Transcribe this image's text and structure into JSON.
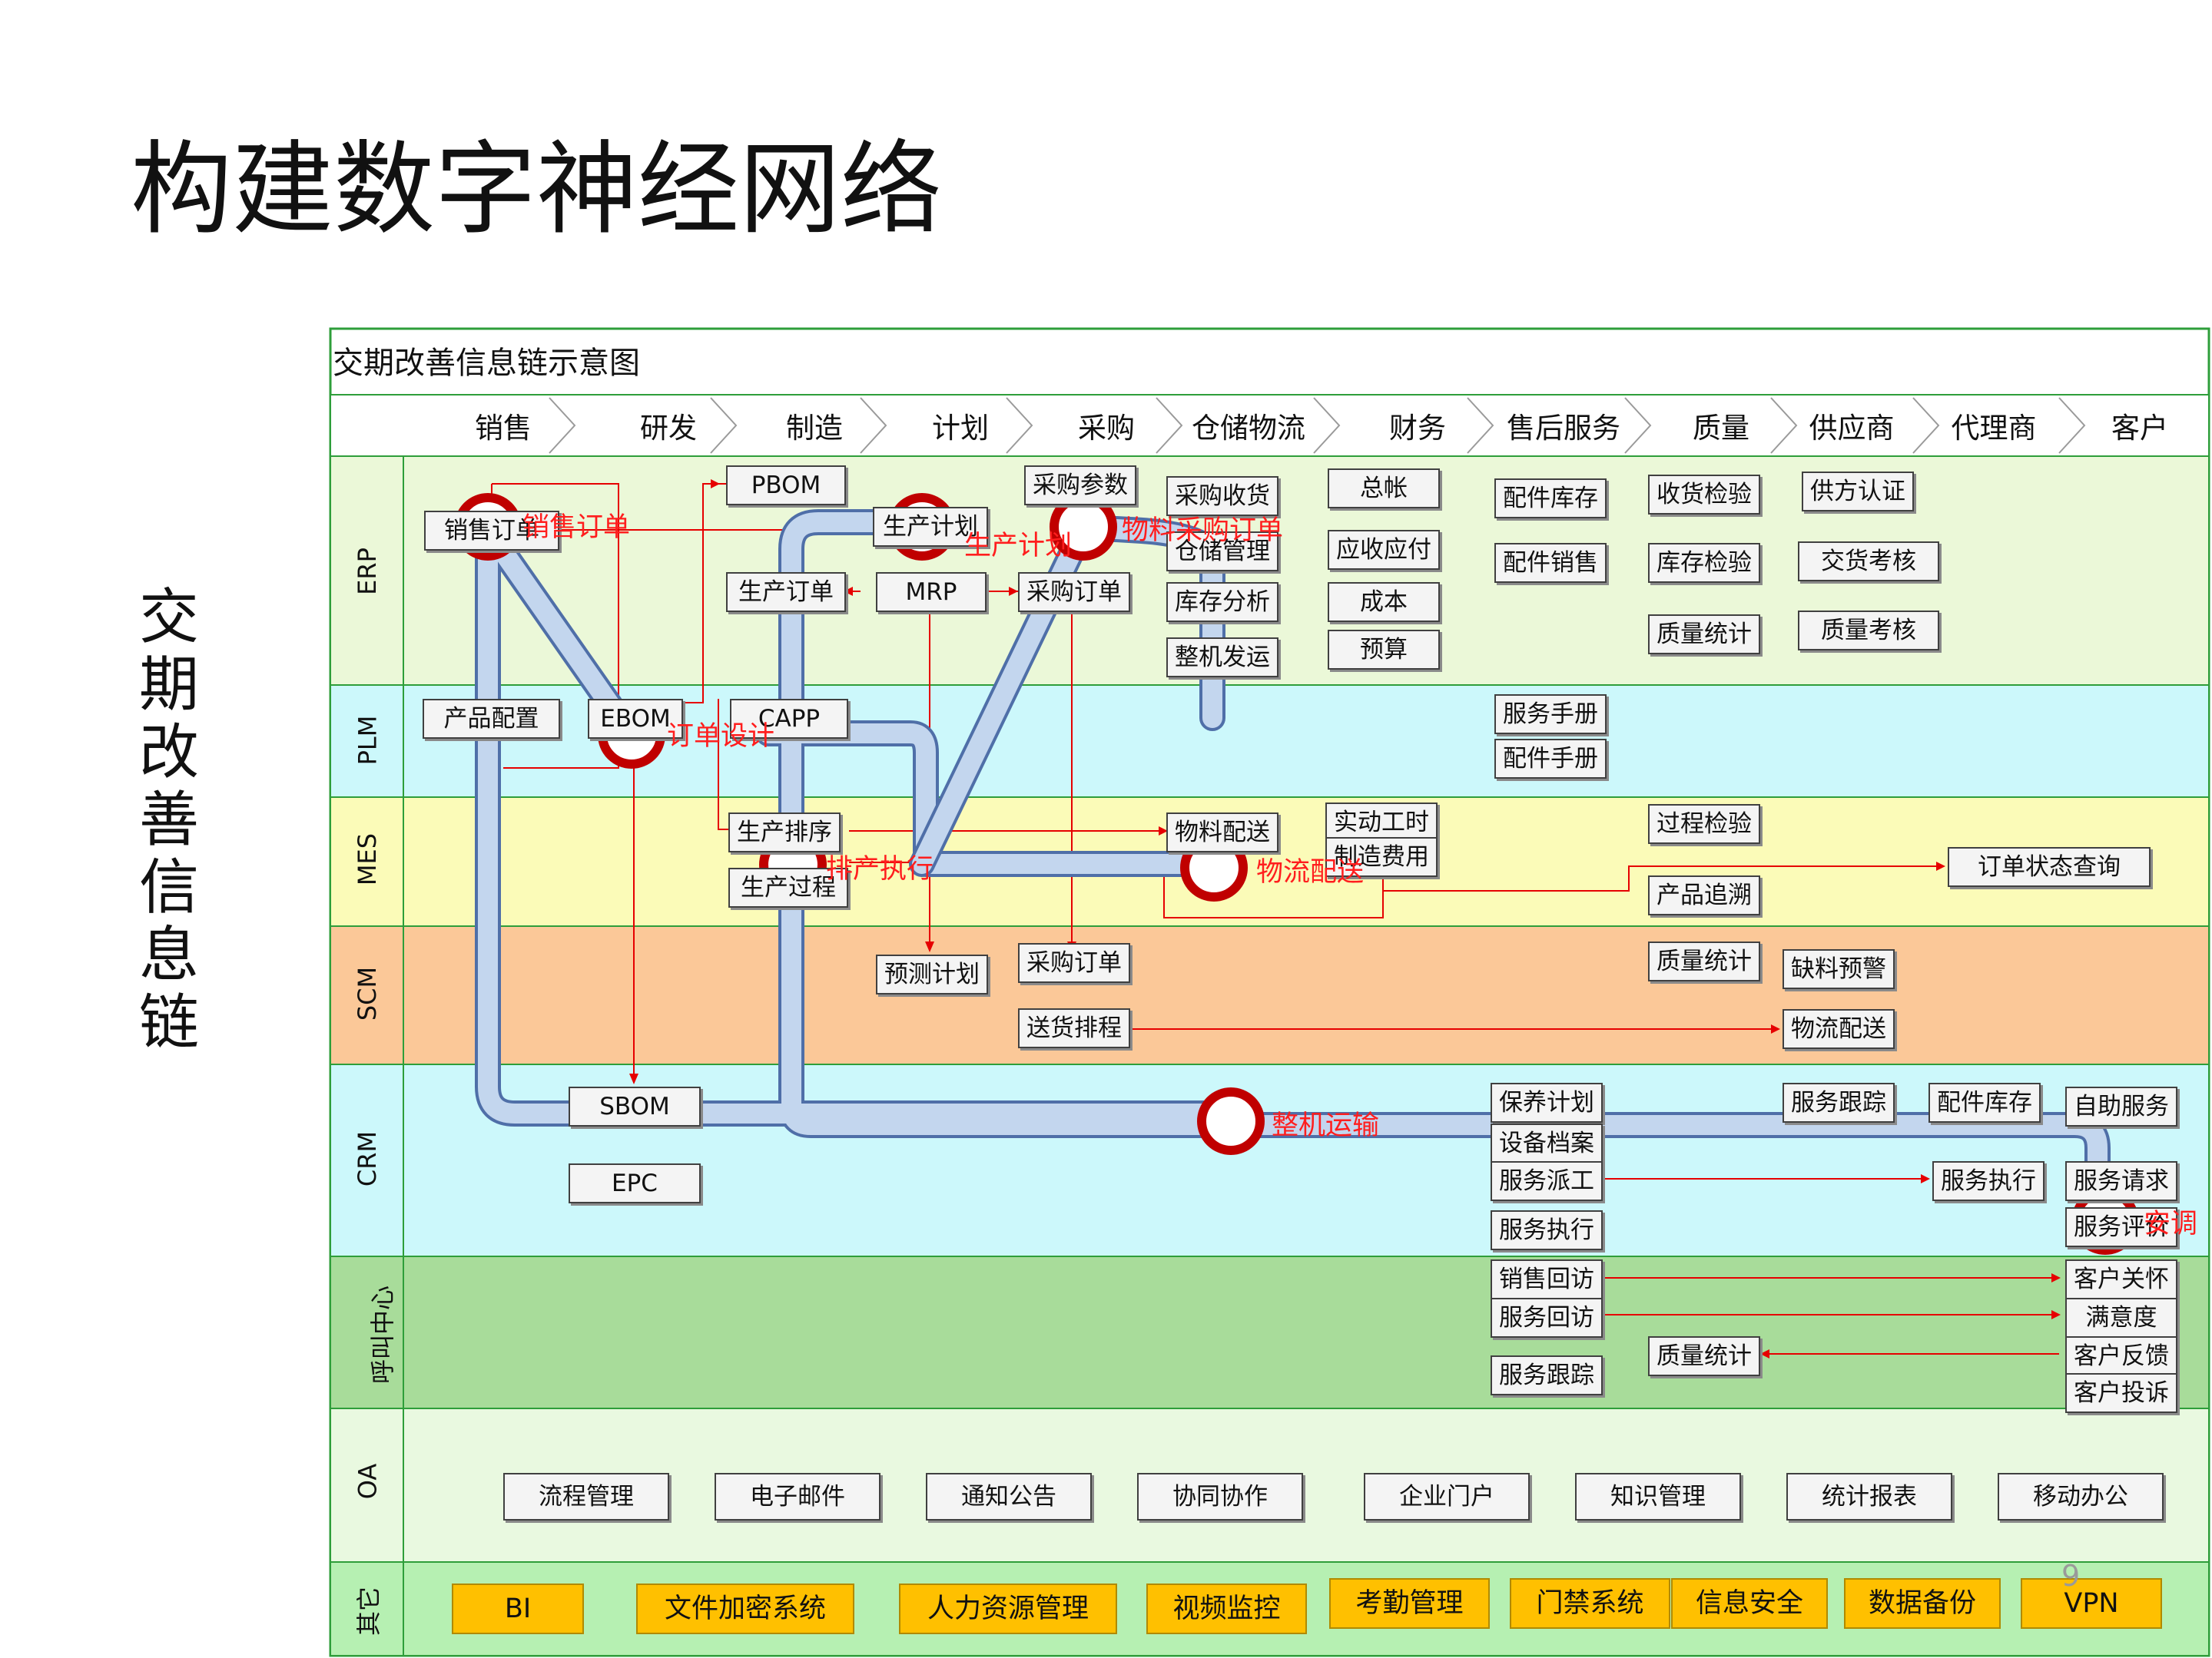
{
  "slide_title": "构建数字神经网络",
  "vertical_title": "交期改善信息链",
  "page_number": "9",
  "diagram": {
    "title": "交期改善信息链示意图",
    "columns": [
      "销售",
      "研发",
      "制造",
      "计划",
      "采购",
      "仓储物流",
      "财务",
      "售后服务",
      "质量",
      "供应商",
      "代理商",
      "客户"
    ],
    "lanes": {
      "erp": "ERP",
      "plm": "PLM",
      "mes": "MES",
      "scm": "SCM",
      "crm": "CRM",
      "callcenter": "呼叫中心",
      "oa": "OA",
      "other": "其它"
    },
    "colors": {
      "erp": "#ebf8d8",
      "plm": "#ccf8fb",
      "mes": "#fbfbb8",
      "scm": "#fbc898",
      "crm": "#ccf8fb",
      "callcenter": "#a8dc9a",
      "oa": "#e9f9e0",
      "other": "#b6f0b2",
      "flow_line": "#e60000",
      "tube": "#b9cde4",
      "tube_border": "#4f6fa8",
      "node": "#c00000"
    },
    "boxes": {
      "sales_order": "销售订单",
      "pbom": "PBOM",
      "prod_plan": "生产计划",
      "purchase_params": "采购参数",
      "purchase_receipt": "采购收货",
      "warehouse_mgmt": "仓储管理",
      "inventory_analysis": "库存分析",
      "shipping": "整机发运",
      "general_ledger": "总帐",
      "ar_ap": "应收应付",
      "cost": "成本",
      "budget": "预算",
      "parts_inventory": "配件库存",
      "parts_sales": "配件销售",
      "receipt_inspection": "收货检验",
      "stock_inspection": "库存检验",
      "quality_stats_erp": "质量统计",
      "supplier_cert": "供方认证",
      "delivery_assess": "交货考核",
      "quality_assess": "质量考核",
      "prod_order": "生产订单",
      "mrp": "MRP",
      "purchase_order_erp": "采购订单",
      "product_config": "产品配置",
      "ebom": "EBOM",
      "capp": "CAPP",
      "service_manual": "服务手册",
      "parts_manual": "配件手册",
      "prod_sequence": "生产排序",
      "prod_process": "生产过程",
      "material_delivery": "物料配送",
      "actual_hours": "实动工时",
      "mfg_cost": "制造费用",
      "process_inspection": "过程检验",
      "product_trace": "产品追溯",
      "order_status_query": "订单状态查询",
      "forecast_plan": "预测计划",
      "purchase_order_scm": "采购订单",
      "delivery_schedule": "送货排程",
      "quality_stats_scm": "质量统计",
      "shortage_alert": "缺料预警",
      "logistics_delivery": "物流配送",
      "sbom": "SBOM",
      "epc": "EPC",
      "maintenance_plan": "保养计划",
      "equipment_file": "设备档案",
      "service_dispatch": "服务派工",
      "service_exec_crm": "服务执行",
      "service_exec_right": "服务执行",
      "service_tracking_crm": "服务跟踪",
      "parts_stock_crm": "配件库存",
      "self_service": "自助服务",
      "service_request": "服务请求",
      "service_eval": "服务评价",
      "sales_callback": "销售回访",
      "service_callback": "服务回访",
      "service_follow": "服务跟踪",
      "quality_stats_cc": "质量统计",
      "customer_care": "客户关怀",
      "satisfaction": "满意度",
      "customer_feedback": "客户反馈",
      "customer_complaint": "客户投诉"
    },
    "oa_items": [
      "流程管理",
      "电子邮件",
      "通知公告",
      "协同协作",
      "企业门户",
      "知识管理",
      "统计报表",
      "移动办公"
    ],
    "other_items": [
      "BI",
      "文件加密系统",
      "人力资源管理",
      "视频监控",
      "考勤管理",
      "门禁系统",
      "信息安全",
      "数据备份",
      "VPN"
    ],
    "chain_labels": {
      "sales_order": "销售订单",
      "order_design": "订单设计",
      "prod_plan": "生产计划",
      "material_purchase": "物料采购订单",
      "schedule_exec": "排产执行",
      "logistics": "物流配送",
      "shipping": "整机运输",
      "install": "安调"
    }
  }
}
